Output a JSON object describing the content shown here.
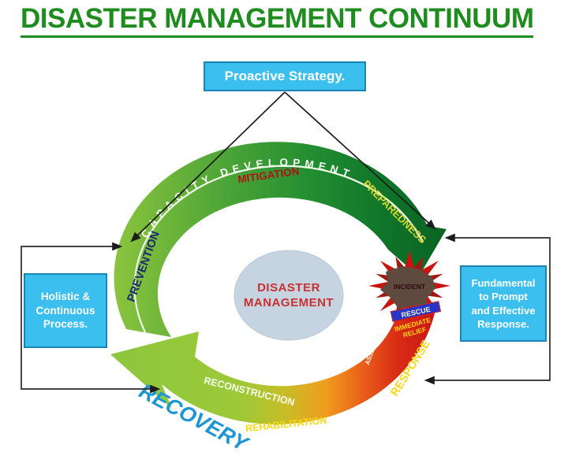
{
  "title": "DISASTER MANAGEMENT CONTINUUM",
  "callouts": {
    "proactive": "Proactive Strategy.",
    "holistic": {
      "line1": "Holistic &",
      "line2": "Continuous",
      "line3": "Process."
    },
    "fundamental": {
      "line1": "Fundamental",
      "line2": "to Prompt",
      "line3": "and Effective",
      "line4": "Response."
    }
  },
  "center": {
    "line1": "DISASTER",
    "line2": "MANAGEMENT"
  },
  "cycle_labels": {
    "prevention": "PREVENTION",
    "mitigation": "MITIGATION",
    "capacity_development": "CAPACITY DEVELOPMENT",
    "preparedness": "PREPAREDNESS",
    "incident": "INCIDENT",
    "rescue": "RESCUE",
    "immediate": "IMMEDIATE",
    "relief": "RELIEF",
    "assessment": "ASSESSMENT",
    "response": "RESPONSE",
    "rehabilitation": "REHABILITATION",
    "reconstruction": "RECONSTRUCTION",
    "recovery": "RECOVERY"
  },
  "colors": {
    "title_green": "#1e8c1e",
    "callout_bg": "#3bbfee",
    "center_fill": "#c5d4e0",
    "center_text": "#c93030",
    "green_light": "#8bc43e",
    "green_dark": "#0a6323",
    "red": "#c91511",
    "orange": "#f09d1d",
    "recovery_blue": "#1e96d4",
    "mitigation_red": "#b01313",
    "prevention_navy": "#1b2a70",
    "preparedness_yellow": "#d8d832",
    "label_white": "#f6fdf2",
    "label_yellow": "#f5d916",
    "banner_blue": "#2736c8",
    "incident_center_brown": "#5f4a40",
    "connector_black": "#1c1c1c"
  }
}
